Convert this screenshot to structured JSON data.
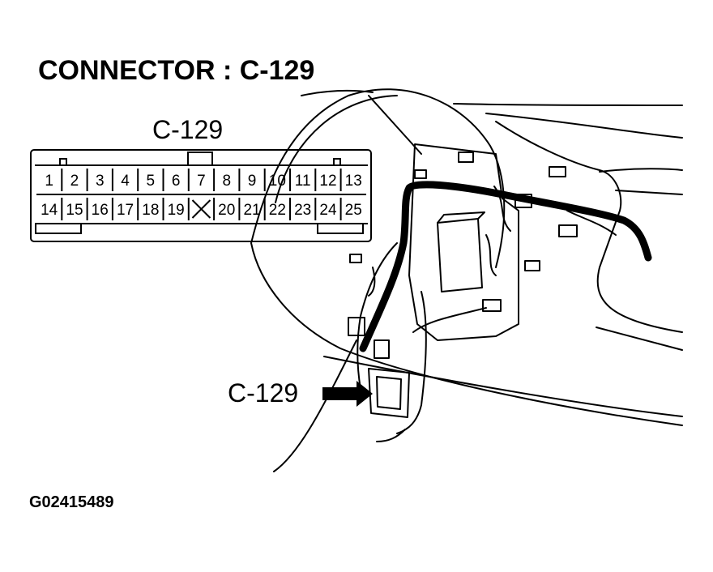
{
  "title": "CONNECTOR : C-129",
  "connector": {
    "label": "C-129",
    "top_row": [
      "1",
      "2",
      "3",
      "4",
      "5",
      "6",
      "7",
      "8",
      "9",
      "10",
      "11",
      "12",
      "13"
    ],
    "bottom_row": [
      "14",
      "15",
      "16",
      "17",
      "18",
      "19",
      "",
      "20",
      "21",
      "22",
      "23",
      "24",
      "25"
    ],
    "empty_cavity_index": 6
  },
  "callout": {
    "label": "C-129"
  },
  "figure_id": "G02415489"
}
